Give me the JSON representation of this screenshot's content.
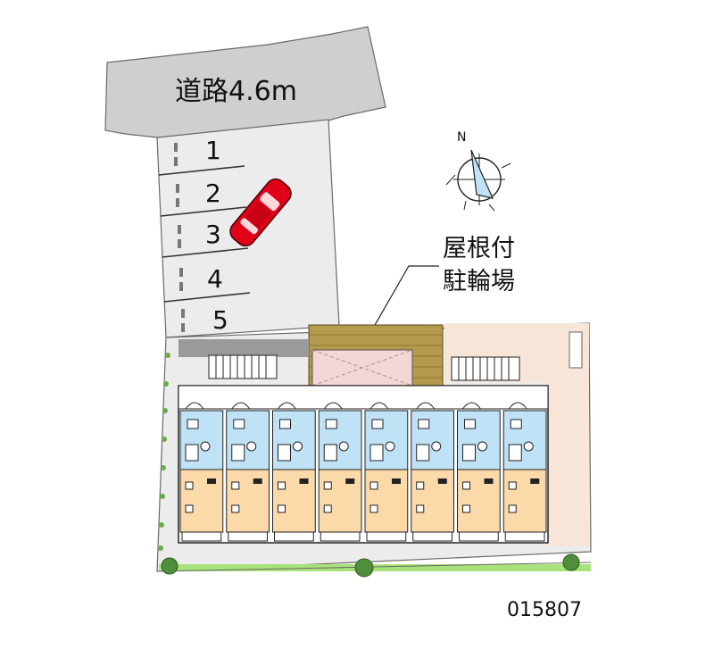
{
  "road": {
    "label": "道路4.6m"
  },
  "parking": {
    "space_numbers": [
      "1",
      "2",
      "3",
      "4",
      "5"
    ],
    "occupied_space": "2"
  },
  "compass": {
    "north_label": "N"
  },
  "bike_parking": {
    "label_line1": "屋根付",
    "label_line2": "駐輪場"
  },
  "building": {
    "unit_count": 8
  },
  "property_id": "015807",
  "colors": {
    "road": "#cfcfcf",
    "site": "#ececec",
    "beige_yard": "#f7e6d8",
    "wet_area": "#bfe2f6",
    "room": "#fbd9a8",
    "hedge": "#a8e27a",
    "brick": "#b49a4c",
    "car": "#e00018"
  }
}
